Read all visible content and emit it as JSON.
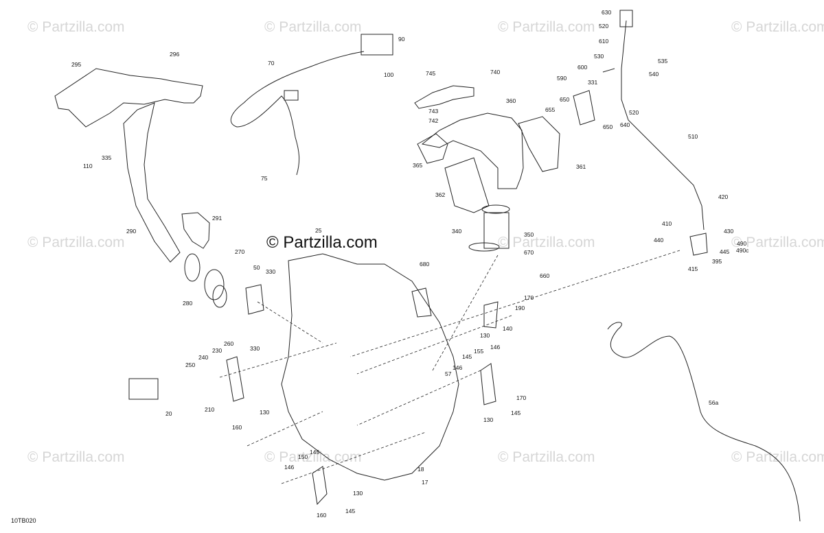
{
  "watermark": "© Partzilla.com",
  "brand_logo_text": "© Partzilla.com",
  "diagram_code": "10TB020",
  "callouts": {
    "c630": "630",
    "c520a": "520",
    "c610": "610",
    "c535": "535",
    "c530": "530",
    "c540": "540",
    "c600": "600",
    "c590": "590",
    "c331": "331",
    "c650a": "650",
    "c655": "655",
    "c520b": "520",
    "c650b": "650",
    "c640": "640",
    "c510": "510",
    "c420": "420",
    "c410": "410",
    "c430": "430",
    "c440": "440",
    "c490": "490",
    "c490c": "490c",
    "c445": "445",
    "c395": "395",
    "c415": "415",
    "c56a": "56a",
    "c745": "745",
    "c740": "740",
    "c743": "743",
    "c742": "742",
    "c360": "360",
    "c365": "365",
    "c361": "361",
    "c362": "362",
    "c340": "340",
    "c350": "350",
    "c680": "680",
    "c670": "670",
    "c660": "660",
    "c170a": "170",
    "c190": "190",
    "c140": "140",
    "c130a": "130",
    "c155": "155",
    "c146a": "146",
    "c145a": "145",
    "c146b": "146",
    "c57": "57",
    "c170b": "170",
    "c145b": "145",
    "c130b": "130",
    "c90": "90",
    "c70": "70",
    "c100": "100",
    "c75": "75",
    "c295": "295",
    "c296": "296",
    "c335": "335",
    "c110": "110",
    "c290": "290",
    "c291": "291",
    "c270": "270",
    "c280": "280",
    "c25": "25",
    "c50": "50",
    "c330a": "330",
    "c330b": "330",
    "c260": "260",
    "c230": "230",
    "c240": "240",
    "c250": "250",
    "c210": "210",
    "c20": "20",
    "c130c": "130",
    "c160a": "160",
    "c150": "150",
    "c145c": "145",
    "c146c": "146",
    "c18": "18",
    "c17": "17",
    "c130d": "130",
    "c160b": "160",
    "c145d": "145"
  }
}
